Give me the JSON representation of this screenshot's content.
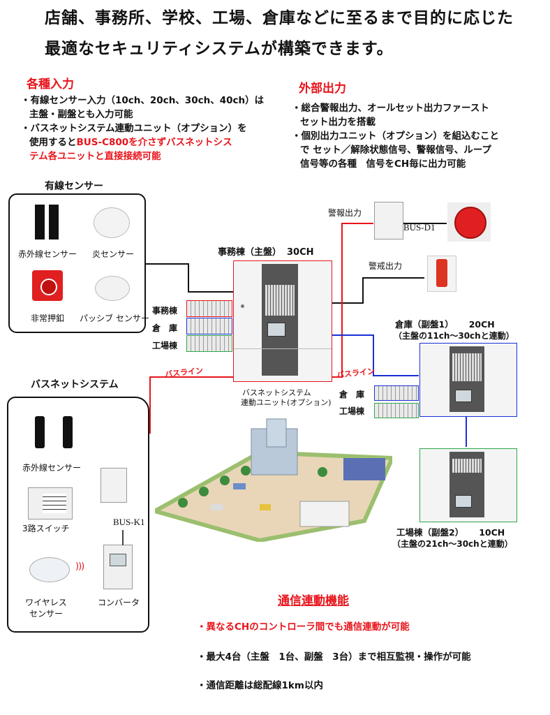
{
  "header": {
    "line1": "店舗、事務所、学校、工場、倉庫などに至るまで目的に応じた",
    "line2": "最適なセキュリティシステムが構築できます。"
  },
  "inputs": {
    "title": "各種入力",
    "b1_l1": "・有線センサー入力（10ch、20ch、30ch、40ch）は",
    "b1_l2": "主盤・副盤とも入力可能",
    "b2_l1": "・バスネットシステム連動ユニット（オプション）を",
    "b2_l2a": "使用すると",
    "b2_l2b": "BUS-C800を介さずバスネットシス",
    "b2_l3": "テム各ユニットと直接接続可能"
  },
  "outputs": {
    "title": "外部出力",
    "b1_l1": "・総合警報出力、オールセット出力ファースト",
    "b1_l2": "セット出力を搭載",
    "b2_l1": "・個別出力ユニット（オプション）を組込むこと",
    "b2_l2": "で セット／解除状態信号、警報信号、ループ",
    "b2_l3": "信号等の各種　信号をCH毎に出力可能"
  },
  "wired_sensors": {
    "title": "有線センサー",
    "items": [
      "赤外線センサー",
      "炎センサー",
      "非常押釦",
      "パッシブ センサー"
    ]
  },
  "main_panel": {
    "title": "事務棟（主盤）",
    "channels": "30CH",
    "sub_label_1": "バスネットシステム",
    "sub_label_2": "連動ユニット(オプション)",
    "rows": [
      "事務棟",
      "倉　庫",
      "工場棟"
    ]
  },
  "alarm": {
    "alarm_output": "警報出力",
    "device": "BUS-D1",
    "guard_output": "警戒出力"
  },
  "sub_panel_1": {
    "title": "倉庫（副盤1）",
    "channels": "20CH",
    "note": "（主盤の11ch～30chと連動）",
    "rows": [
      "倉　庫",
      "工場棟"
    ]
  },
  "sub_panel_2": {
    "title": "工場棟（副盤2）",
    "channels": "10CH",
    "note": "（主盤の21ch～30chと連動）"
  },
  "busline": {
    "label": "バスライン"
  },
  "busnet": {
    "title": "バスネットシステム",
    "items": [
      "赤外線センサー",
      "3路スイッチ",
      "ワイヤレス",
      "センサー",
      "コンバータ"
    ],
    "device": "BUS-K1"
  },
  "comm": {
    "title": "通信連動機能",
    "b1": "・異なるCHのコントローラ間でも通信連動が可能",
    "b2": "・最大4台（主盤　1台、副盤　3台）まで相互監視・操作が可能",
    "b3": "・通信距離は総配線1km以内"
  },
  "colors": {
    "accent_red": "#e8141b",
    "line_blue": "#1a2fd6",
    "panel_green": "#2aa84a"
  }
}
